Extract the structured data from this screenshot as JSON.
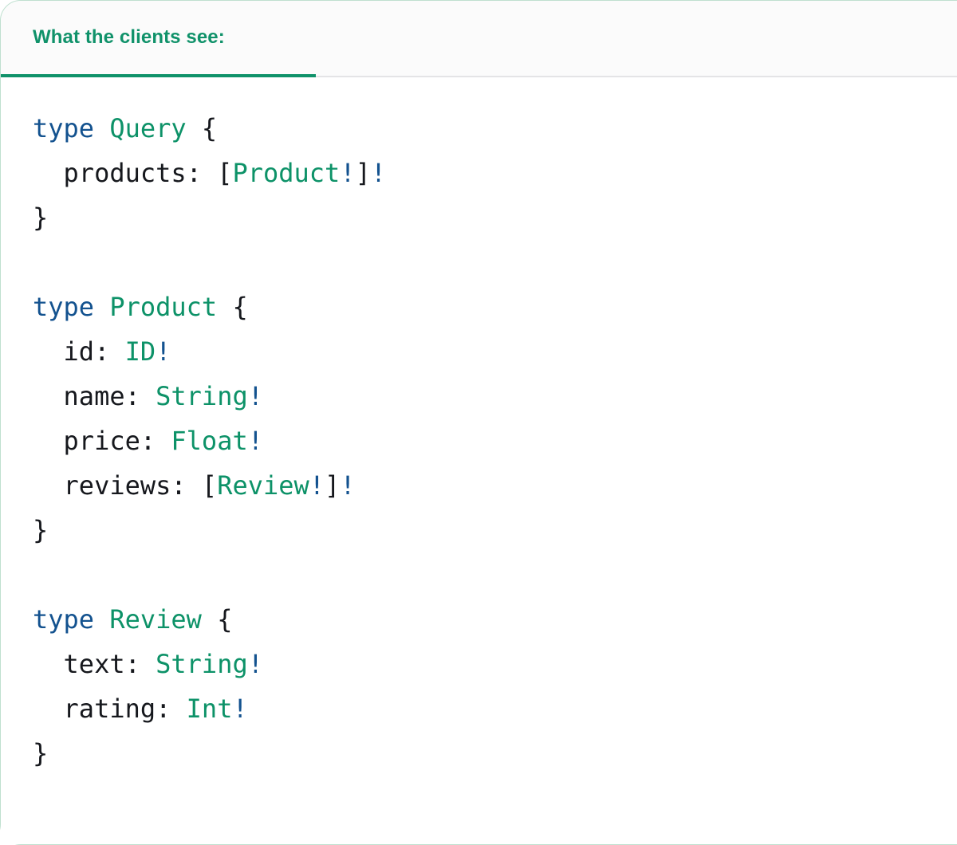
{
  "card": {
    "border_color": "#bfe0cf",
    "background": "#ffffff"
  },
  "header": {
    "tab_label": "What the clients see:",
    "accent_color": "#10926a",
    "background": "#fbfbfb",
    "divider_color": "#e4e4e6"
  },
  "palette": {
    "keyword": "#13528f",
    "typename": "#0d9268",
    "field": "#16181d",
    "punctuation": "#16181d",
    "bang": "#13528f"
  },
  "code": {
    "language": "graphql",
    "lines": [
      {
        "tokens": [
          {
            "t": "type",
            "c": "keyword"
          },
          {
            "t": " ",
            "c": "punct"
          },
          {
            "t": "Query",
            "c": "typename"
          },
          {
            "t": " {",
            "c": "punct"
          }
        ]
      },
      {
        "tokens": [
          {
            "t": "  products: ",
            "c": "field"
          },
          {
            "t": "[",
            "c": "punct"
          },
          {
            "t": "Product",
            "c": "typename"
          },
          {
            "t": "!",
            "c": "bang"
          },
          {
            "t": "]",
            "c": "punct"
          },
          {
            "t": "!",
            "c": "bang"
          }
        ]
      },
      {
        "tokens": [
          {
            "t": "}",
            "c": "punct"
          }
        ]
      },
      {
        "tokens": []
      },
      {
        "tokens": [
          {
            "t": "type",
            "c": "keyword"
          },
          {
            "t": " ",
            "c": "punct"
          },
          {
            "t": "Product",
            "c": "typename"
          },
          {
            "t": " {",
            "c": "punct"
          }
        ]
      },
      {
        "tokens": [
          {
            "t": "  id: ",
            "c": "field"
          },
          {
            "t": "ID",
            "c": "typename"
          },
          {
            "t": "!",
            "c": "bang"
          }
        ]
      },
      {
        "tokens": [
          {
            "t": "  name: ",
            "c": "field"
          },
          {
            "t": "String",
            "c": "typename"
          },
          {
            "t": "!",
            "c": "bang"
          }
        ]
      },
      {
        "tokens": [
          {
            "t": "  price: ",
            "c": "field"
          },
          {
            "t": "Float",
            "c": "typename"
          },
          {
            "t": "!",
            "c": "bang"
          }
        ]
      },
      {
        "tokens": [
          {
            "t": "  reviews: ",
            "c": "field"
          },
          {
            "t": "[",
            "c": "punct"
          },
          {
            "t": "Review",
            "c": "typename"
          },
          {
            "t": "!",
            "c": "bang"
          },
          {
            "t": "]",
            "c": "punct"
          },
          {
            "t": "!",
            "c": "bang"
          }
        ]
      },
      {
        "tokens": [
          {
            "t": "}",
            "c": "punct"
          }
        ]
      },
      {
        "tokens": []
      },
      {
        "tokens": [
          {
            "t": "type",
            "c": "keyword"
          },
          {
            "t": " ",
            "c": "punct"
          },
          {
            "t": "Review",
            "c": "typename"
          },
          {
            "t": " {",
            "c": "punct"
          }
        ]
      },
      {
        "tokens": [
          {
            "t": "  text: ",
            "c": "field"
          },
          {
            "t": "String",
            "c": "typename"
          },
          {
            "t": "!",
            "c": "bang"
          }
        ]
      },
      {
        "tokens": [
          {
            "t": "  rating: ",
            "c": "field"
          },
          {
            "t": "Int",
            "c": "typename"
          },
          {
            "t": "!",
            "c": "bang"
          }
        ]
      },
      {
        "tokens": [
          {
            "t": "}",
            "c": "punct"
          }
        ]
      }
    ]
  }
}
